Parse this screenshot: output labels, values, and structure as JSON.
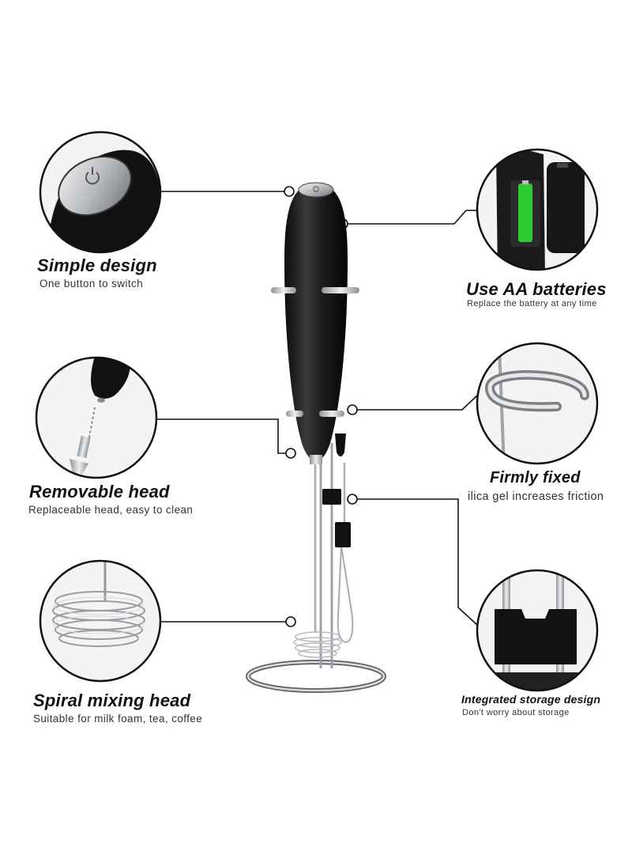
{
  "features": {
    "simple_design": {
      "title": "Simple design",
      "subtitle": "One button to switch"
    },
    "aa_batteries": {
      "title": "Use AA batteries",
      "subtitle": "Replace the battery at any time"
    },
    "removable_head": {
      "title": "Removable head",
      "subtitle": "Replaceable head, easy to clean"
    },
    "firmly_fixed": {
      "title": "Firmly fixed",
      "subtitle": "ilica gel increases friction"
    },
    "spiral_head": {
      "title": "Spiral mixing head",
      "subtitle": "Suitable for milk foam, tea, coffee"
    },
    "storage": {
      "title": "Integrated storage design",
      "subtitle": "Don't worry about storage"
    }
  },
  "colors": {
    "body": "#1b1b1b",
    "steel": "#c9ccd0",
    "line": "#111111",
    "battery": "#2ecc2e"
  },
  "icons": [
    "power-button-icon",
    "battery-icon",
    "whisk-head-icon",
    "holder-ring-icon",
    "spiral-whisk-icon",
    "storage-clip-icon"
  ]
}
